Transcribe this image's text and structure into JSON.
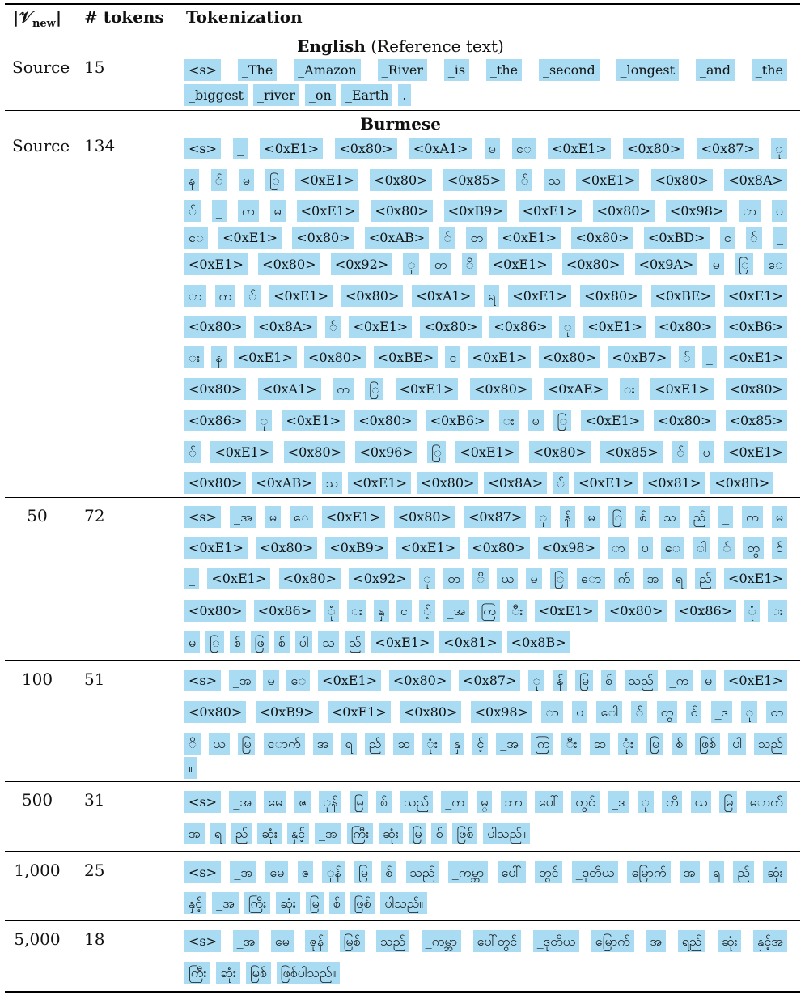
{
  "header": {
    "v_label": "|𝒱",
    "v_sub": "new",
    "v_close": "|",
    "tokens_label": "# tokens",
    "tokenization_label": "Tokenization"
  },
  "rows": [
    {
      "vocab": "Source",
      "count": "15",
      "lang_bold": "English",
      "lang_note": " (Reference text)",
      "lines": [
        [
          "<s>",
          "_The",
          "_Amazon",
          "_River",
          "_is",
          "_the",
          "_second",
          "_longest",
          "_and",
          "_the"
        ],
        [
          "_biggest",
          "_river",
          "_on",
          "_Earth",
          "."
        ]
      ]
    },
    {
      "vocab": "Source",
      "count": "134",
      "lang_bold": "Burmese",
      "lang_note": "",
      "lines": [
        [
          "<s>",
          "_",
          "<0xE1>",
          "<0x80>",
          "<0xA1>",
          "မ",
          "ေ",
          "<0xE1>",
          "<0x80>",
          "<0x87>",
          "ု"
        ],
        [
          "န",
          "်",
          "မ",
          "ြ",
          "<0xE1>",
          "<0x80>",
          "<0x85>",
          "်",
          "သ",
          "<0xE1>",
          "<0x80>",
          "<0x8A>"
        ],
        [
          "်",
          "_",
          "က",
          "မ",
          "<0xE1>",
          "<0x80>",
          "<0xB9>",
          "<0xE1>",
          "<0x80>",
          "<0x98>",
          "ာ",
          "ပ"
        ],
        [
          "ေ",
          "<0xE1>",
          "<0x80>",
          "<0xAB>",
          "်",
          "တ",
          "<0xE1>",
          "<0x80>",
          "<0xBD>",
          "င",
          "်",
          "_"
        ],
        [
          "<0xE1>",
          "<0x80>",
          "<0x92>",
          "ု",
          "တ",
          "ိ",
          "<0xE1>",
          "<0x80>",
          "<0x9A>",
          "မ",
          "ြ",
          "ေ"
        ],
        [
          "ာ",
          "က",
          "်",
          "<0xE1>",
          "<0x80>",
          "<0xA1>",
          "ရ",
          "<0xE1>",
          "<0x80>",
          "<0xBE>",
          "<0xE1>"
        ],
        [
          "<0x80>",
          "<0x8A>",
          "်",
          "<0xE1>",
          "<0x80>",
          "<0x86>",
          "ု",
          "<0xE1>",
          "<0x80>",
          "<0xB6>"
        ],
        [
          "း",
          "န",
          "<0xE1>",
          "<0x80>",
          "<0xBE>",
          "င",
          "<0xE1>",
          "<0x80>",
          "<0xB7>",
          "်",
          "_",
          "<0xE1>"
        ],
        [
          "<0x80>",
          "<0xA1>",
          "က",
          "ြ",
          "<0xE1>",
          "<0x80>",
          "<0xAE>",
          "း",
          "<0xE1>",
          "<0x80>"
        ],
        [
          "<0x86>",
          "ု",
          "<0xE1>",
          "<0x80>",
          "<0xB6>",
          "း",
          "မ",
          "ြ",
          "<0xE1>",
          "<0x80>",
          "<0x85>"
        ],
        [
          "်",
          "<0xE1>",
          "<0x80>",
          "<0x96>",
          "ြ",
          "<0xE1>",
          "<0x80>",
          "<0x85>",
          "်",
          "ပ",
          "<0xE1>"
        ],
        [
          "<0x80>",
          "<0xAB>",
          "သ",
          "<0xE1>",
          "<0x80>",
          "<0x8A>",
          "်",
          "<0xE1>",
          "<0x81>",
          "<0x8B>"
        ]
      ]
    },
    {
      "vocab": "50",
      "count": "72",
      "lang_bold": "",
      "lang_note": "",
      "lines": [
        [
          "<s>",
          "_အ",
          "မ",
          "ေ",
          "<0xE1>",
          "<0x80>",
          "<0x87>",
          "ု",
          "န်",
          "မ",
          "ြ",
          "စ်",
          "သ",
          "ည်",
          "_",
          "က",
          "မ"
        ],
        [
          "<0xE1>",
          "<0x80>",
          "<0xB9>",
          "<0xE1>",
          "<0x80>",
          "<0x98>",
          "ာ",
          "ပ",
          "ေ",
          "ါ",
          "်",
          "တွ",
          "င်"
        ],
        [
          "_",
          "<0xE1>",
          "<0x80>",
          "<0x92>",
          "ု",
          "တ",
          "ိ",
          "ယ",
          "မ",
          "ြ",
          "ော",
          "က်",
          "အ",
          "ရ",
          "ည်",
          "<0xE1>"
        ],
        [
          "<0x80>",
          "<0x86>",
          "ုံ",
          "း",
          "နှ",
          "င",
          "့်",
          "_အ",
          "ကြ",
          "ီး",
          "<0xE1>",
          "<0x80>",
          "<0x86>",
          "ုံ",
          "း"
        ],
        [
          "မ",
          "ြ",
          "စ်",
          "ဖြ",
          "စ်",
          "ပါ",
          "သ",
          "ည်",
          "<0xE1>",
          "<0x81>",
          "<0x8B>"
        ]
      ]
    },
    {
      "vocab": "100",
      "count": "51",
      "lang_bold": "",
      "lang_note": "",
      "lines": [
        [
          "<s>",
          "_အ",
          "မ",
          "ေ",
          "<0xE1>",
          "<0x80>",
          "<0x87>",
          "ု",
          "န်",
          "မြ",
          "စ်",
          "သည်",
          "_က",
          "မ",
          "<0xE1>"
        ],
        [
          "<0x80>",
          "<0xB9>",
          "<0xE1>",
          "<0x80>",
          "<0x98>",
          "ာ",
          "ပ",
          "ေါ",
          "်",
          "တွ",
          "င်",
          "_ဒ",
          "ု",
          "တ"
        ],
        [
          "ိ",
          "ယ",
          "မြ",
          "ောက်",
          "အ",
          "ရ",
          "ည်",
          "ဆ",
          "ုံး",
          "နှ",
          "င့်",
          "_အ",
          "ကြ",
          "ီး",
          "ဆ",
          "ုံး",
          "မြ",
          "စ်",
          "ဖြစ်",
          "ပါ",
          "သည်"
        ],
        [
          "။"
        ]
      ]
    },
    {
      "vocab": "500",
      "count": "31",
      "lang_bold": "",
      "lang_note": "",
      "lines": [
        [
          "<s>",
          "_အ",
          "မေ",
          "ဇ",
          "ုန်",
          "မြ",
          "စ်",
          "သည်",
          "_က",
          "မ္",
          "ဘာ",
          "ပေါ်",
          "တွင်",
          "_ဒ",
          "ု",
          "တိ",
          "ယ",
          "မြ",
          "ောက်"
        ],
        [
          "အ",
          "ရ",
          "ည်",
          "ဆုံး",
          "နှင့်",
          "_အ",
          "ကြီး",
          "ဆုံး",
          "မြ",
          "စ်",
          "ဖြစ်",
          "ပါသည်။"
        ]
      ]
    },
    {
      "vocab": "1,000",
      "count": "25",
      "lang_bold": "",
      "lang_note": "",
      "lines": [
        [
          "<s>",
          "_အ",
          "မေ",
          "ဇ",
          "ုန်",
          "မြ",
          "စ်",
          "သည်",
          "_ကမ္ဘာ",
          "ပေါ်",
          "တွင်",
          "_ဒုတိယ",
          "မြောက်",
          "အ",
          "ရ",
          "ည်",
          "ဆုံး"
        ],
        [
          "နှင့်",
          "_အ",
          "ကြီး",
          "ဆုံး",
          "မြ",
          "စ်",
          "ဖြစ်",
          "ပါသည်။"
        ]
      ]
    },
    {
      "vocab": "5,000",
      "count": "18",
      "lang_bold": "",
      "lang_note": "",
      "lines": [
        [
          "<s>",
          "_အ",
          "မေ",
          "ဇုန်",
          "မြစ်",
          "သည်",
          "_ကမ္ဘာ",
          "ပေါ်တွင်",
          "_ဒုတိယ",
          "မြောက်",
          "အ",
          "ရည်",
          "ဆုံး",
          "နှင့်အ"
        ],
        [
          "ကြီး",
          "ဆုံး",
          "မြစ်",
          "ဖြစ်ပါသည်။"
        ]
      ]
    }
  ]
}
